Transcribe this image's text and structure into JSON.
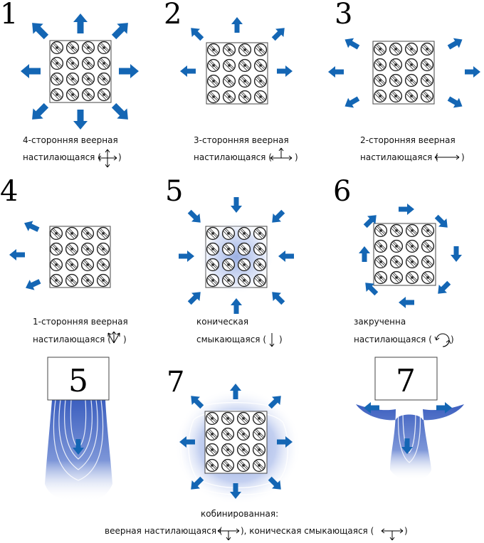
{
  "colors": {
    "arrow": "#1466b4",
    "glow": "#9fb6e8"
  },
  "panels": [
    {
      "number": "1",
      "caption1": "4-сторонняя веерная",
      "caption2": "настилающаяся (",
      "caption_close": ")"
    },
    {
      "number": "2",
      "caption1": "3-сторонняя веерная",
      "caption2": "настилающаяся (",
      "caption_close": ")"
    },
    {
      "number": "3",
      "caption1": "2-сторонняя веерная",
      "caption2": "настилающаяся (",
      "caption_close": ")"
    },
    {
      "number": "4",
      "caption1": "1-сторонняя веерная",
      "caption2": "настилающаяся (",
      "caption_close": ")"
    },
    {
      "number": "5",
      "caption1": "коническая",
      "caption2": "смыкающаяся (",
      "caption_close": ")"
    },
    {
      "number": "6",
      "caption1": "закрученна",
      "caption2": "настилающаяся (",
      "caption_close": ")"
    }
  ],
  "side_views": [
    {
      "number": "5"
    },
    {
      "number": "7"
    }
  ],
  "combined": {
    "number": "7",
    "caption1": "кобинированная:",
    "caption2a": "веерная настилающаяся (",
    "caption2b": "), коническая смыкающаяся (",
    "caption2c": ")"
  }
}
